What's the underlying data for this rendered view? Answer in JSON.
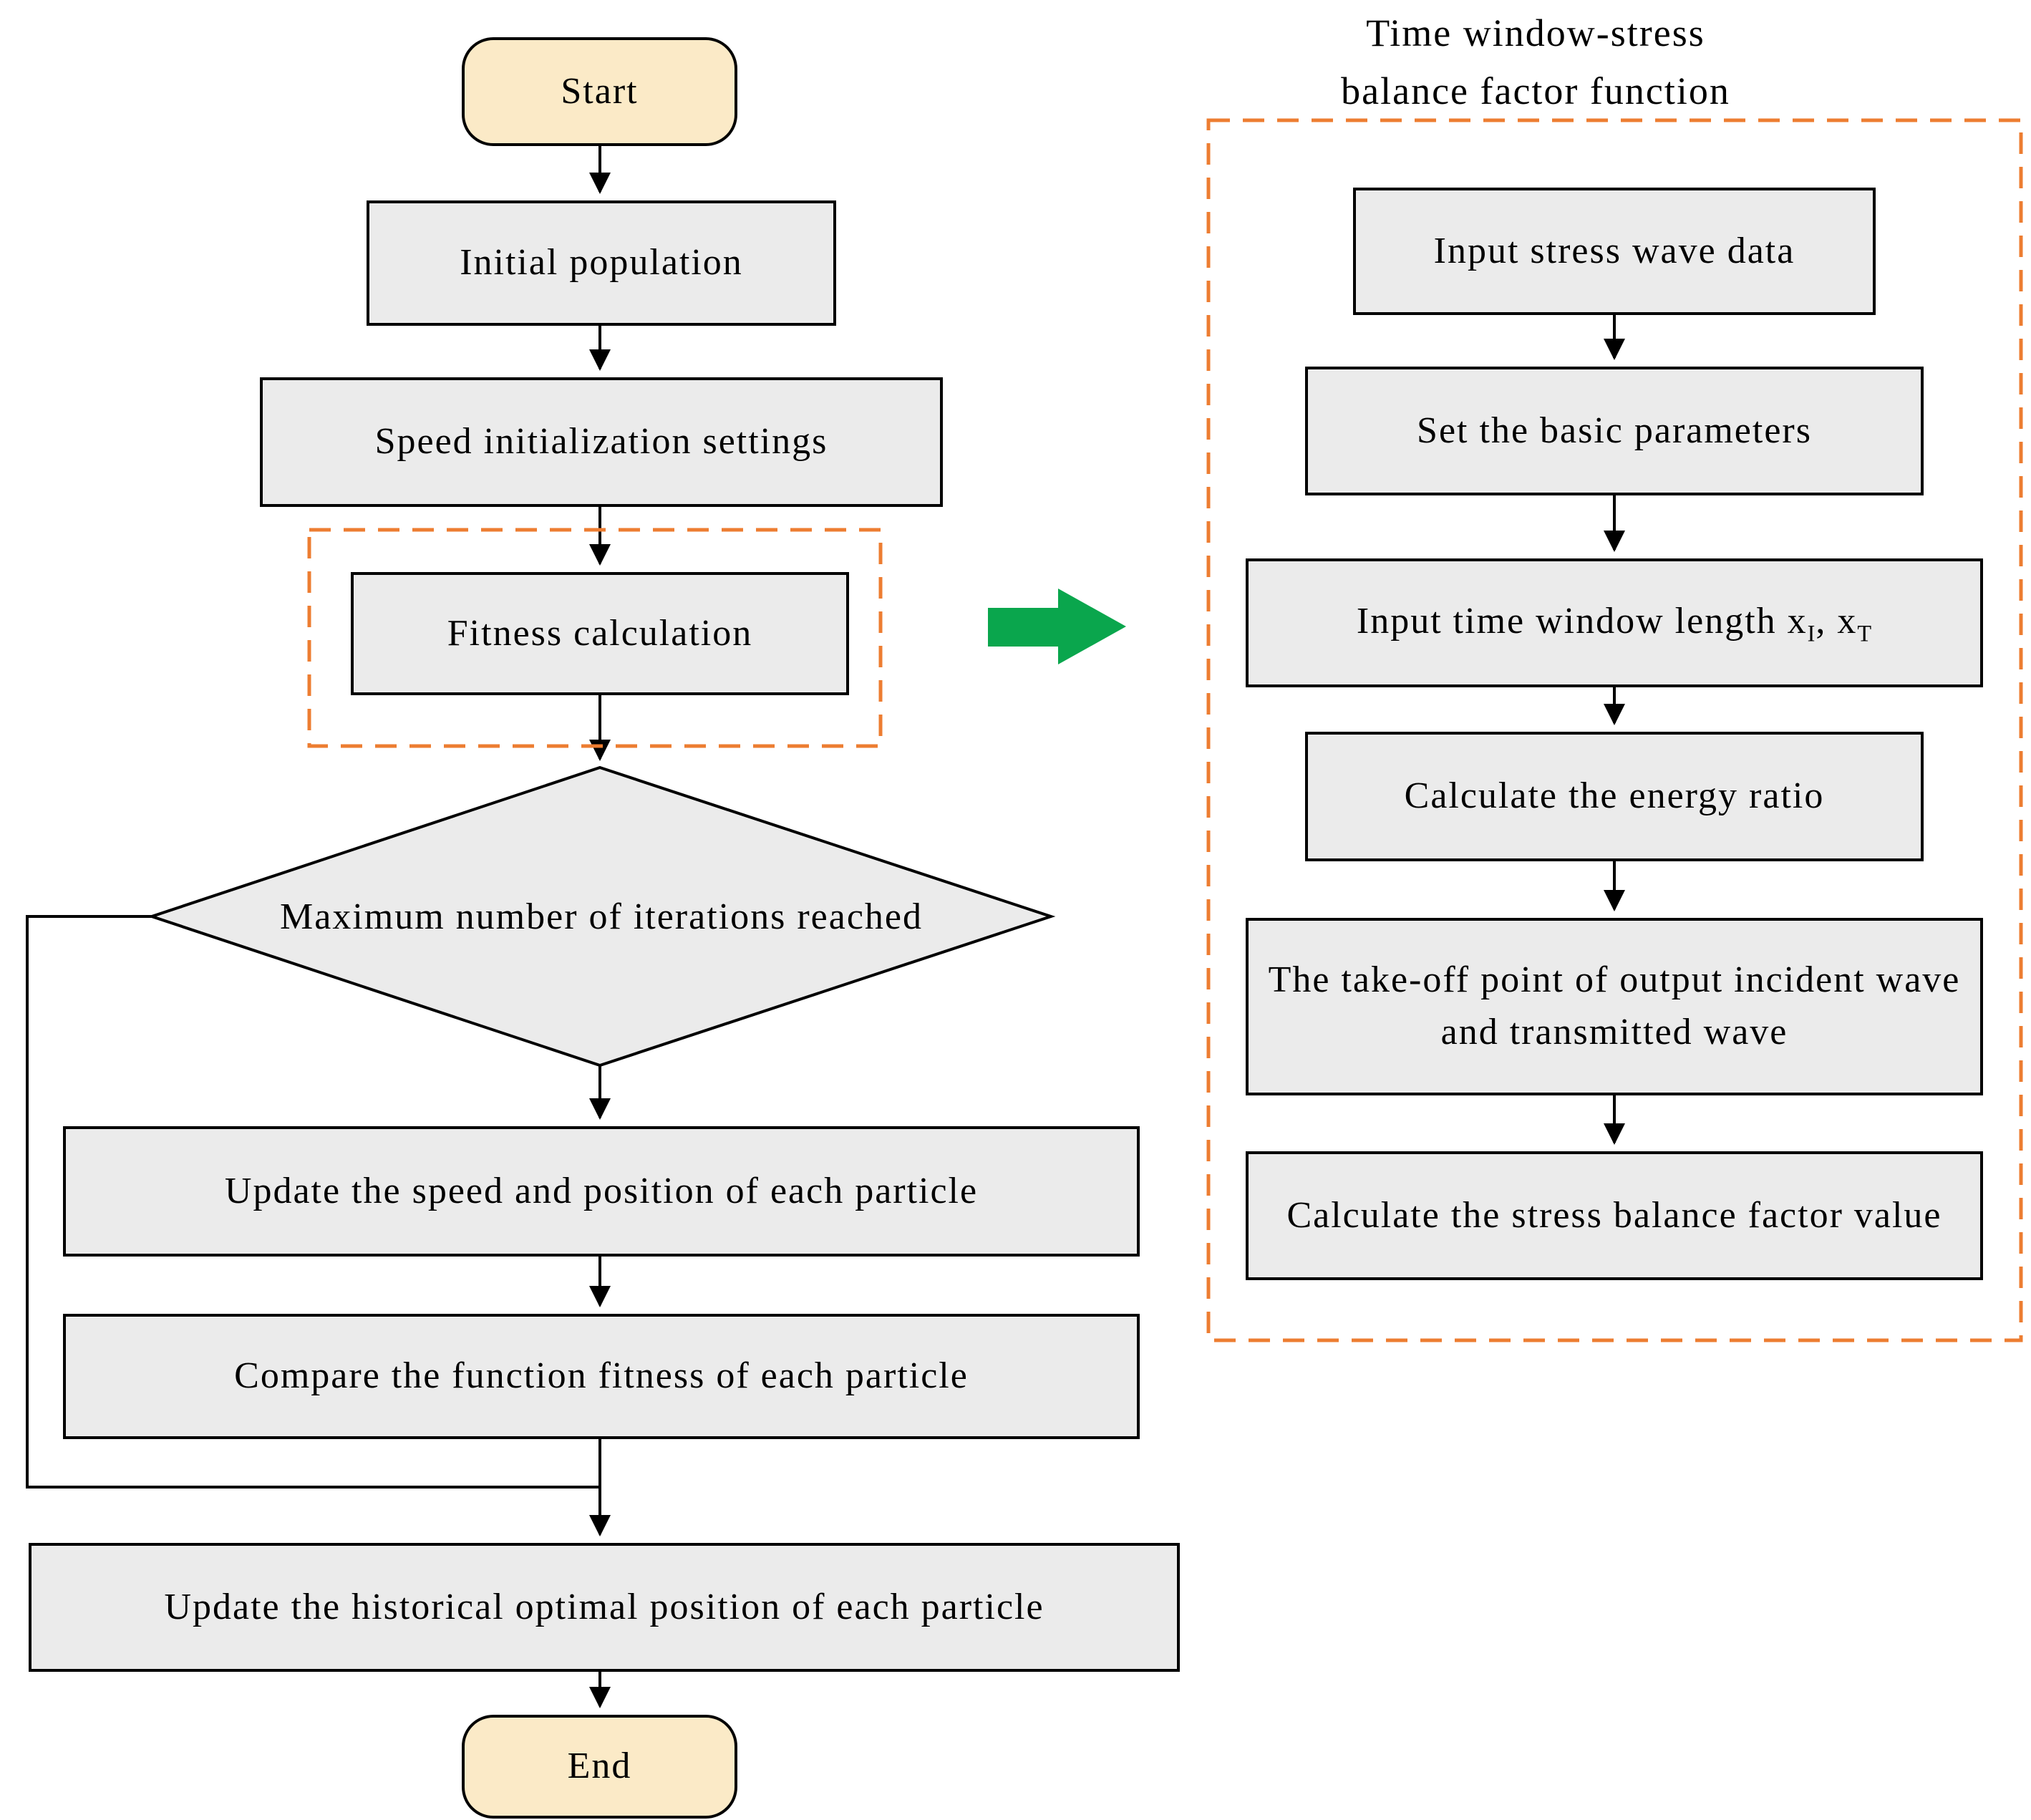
{
  "colors": {
    "process_fill": "#ebebeb",
    "process_border": "#000000",
    "terminal_fill": "#fbeac7",
    "connector": "#000000",
    "dashed_highlight": "#ed7d31",
    "expand_arrow_green": "#0aa64d"
  },
  "main_flowchart": {
    "start": "Start",
    "initial_population": "Initial population",
    "speed_initialization": "Speed initialization settings",
    "fitness_calculation": "Fitness calculation",
    "decision_max_iterations": "Maximum number of iterations reached",
    "update_speed_position": "Update the speed and position of each particle",
    "compare_function_fitness": "Compare the function fitness of each particle",
    "update_historical_optimal": "Update the historical optimal position of each particle",
    "end": "End"
  },
  "sub_flowchart": {
    "title_line1": "Time window-stress",
    "title_line2": "balance factor function",
    "input_stress_wave_data": "Input stress wave data",
    "set_basic_parameters": "Set the basic parameters",
    "input_time_window": {
      "text": "Input time window length x",
      "sub_incident": "I",
      "separator": ", x",
      "sub_transmitted": "T"
    },
    "calculate_energy_ratio": "Calculate the energy ratio",
    "take_off_point": "The take-off point of output incident wave and transmitted wave",
    "calculate_stress_balance_factor": "Calculate the stress balance factor value"
  }
}
